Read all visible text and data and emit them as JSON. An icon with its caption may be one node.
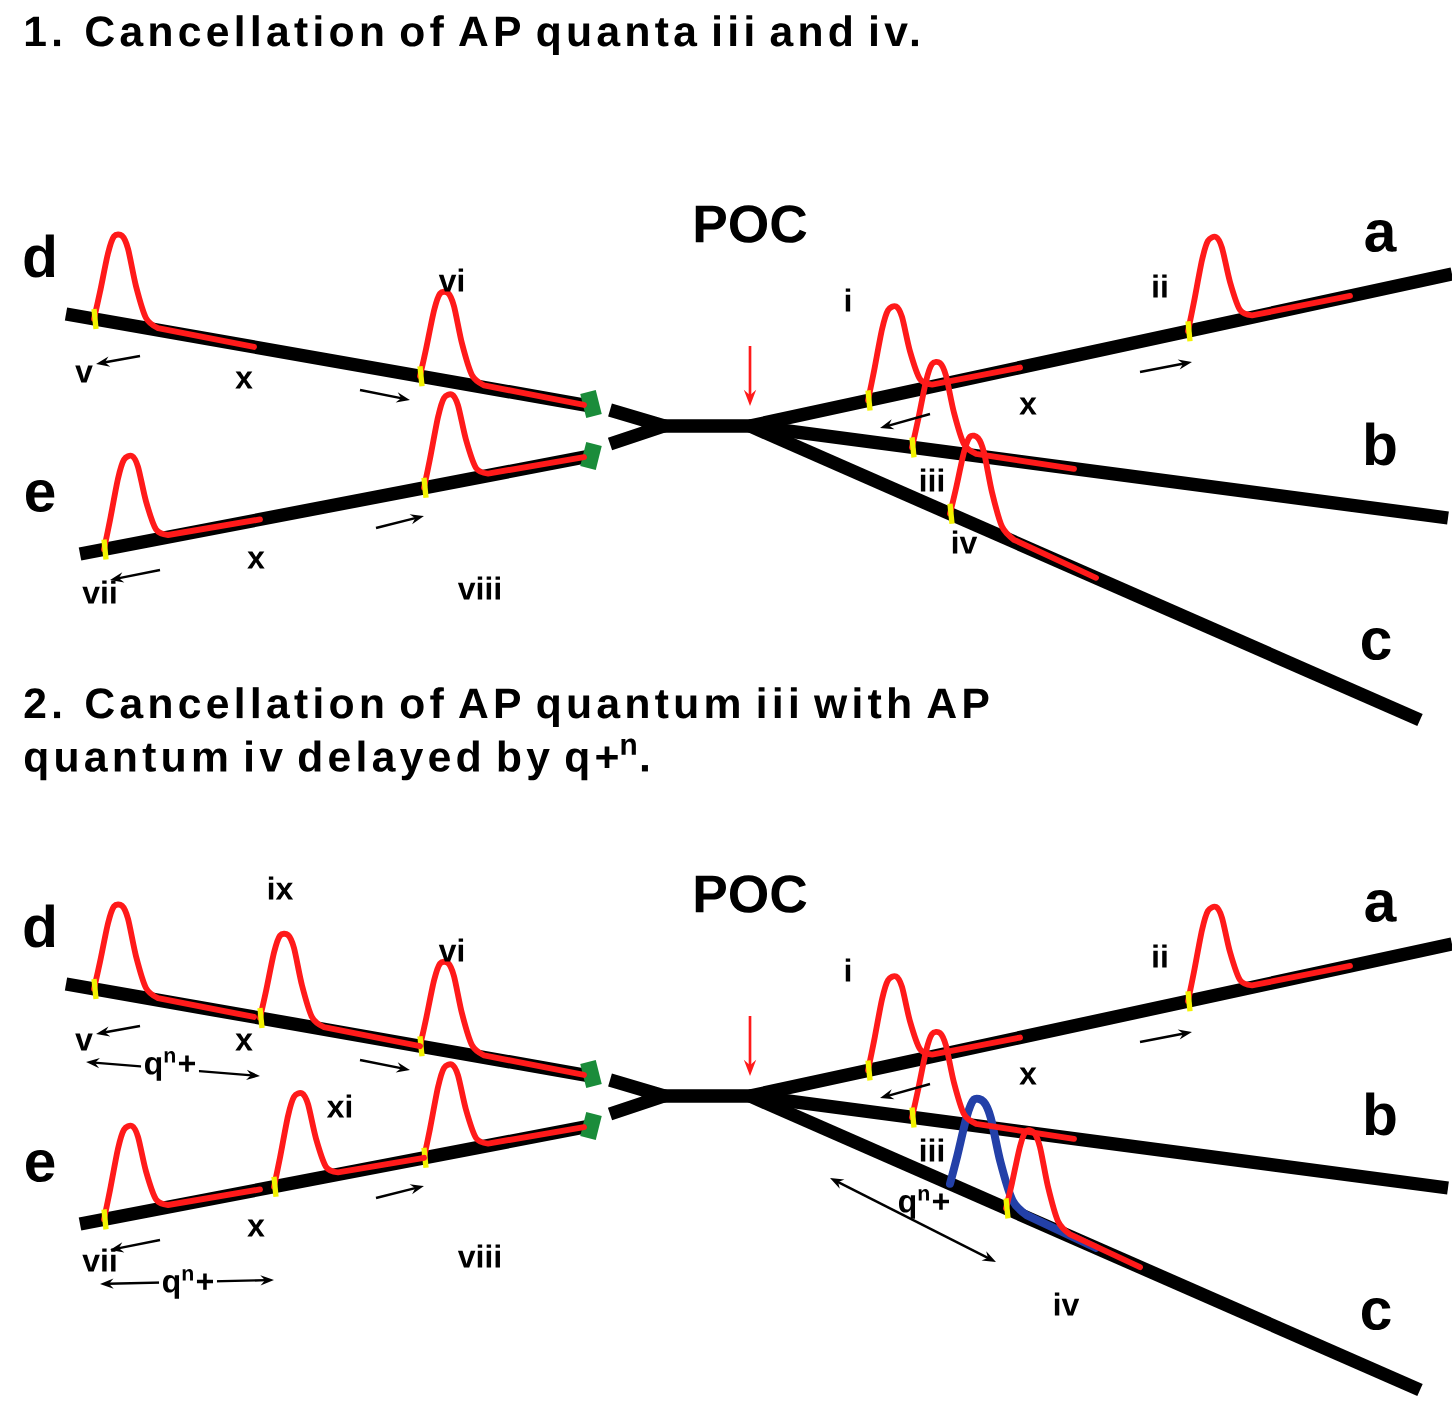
{
  "diagram": {
    "labels": [
      "1. Cancellation of AP quanta iii and iv.",
      "POC",
      "d",
      "vi",
      "ii",
      "a",
      "i",
      "v",
      "x",
      "x",
      "e",
      "iii",
      "b",
      "iv",
      "x",
      "vii",
      "viii",
      "c",
      "2. Cancellation of AP quantum iii with AP quantum iv delayed by q+$^{n}$.",
      "d",
      "ix",
      "POC",
      "vi",
      "ii",
      "a",
      "i",
      "v",
      "x",
      "q$^{n}$+",
      "x",
      "xi",
      "e",
      "iii",
      "b",
      "q$^{n}$+",
      "x",
      "vii",
      "viii",
      "iv",
      "q$^{n}$+",
      "c"
    ]
  }
}
